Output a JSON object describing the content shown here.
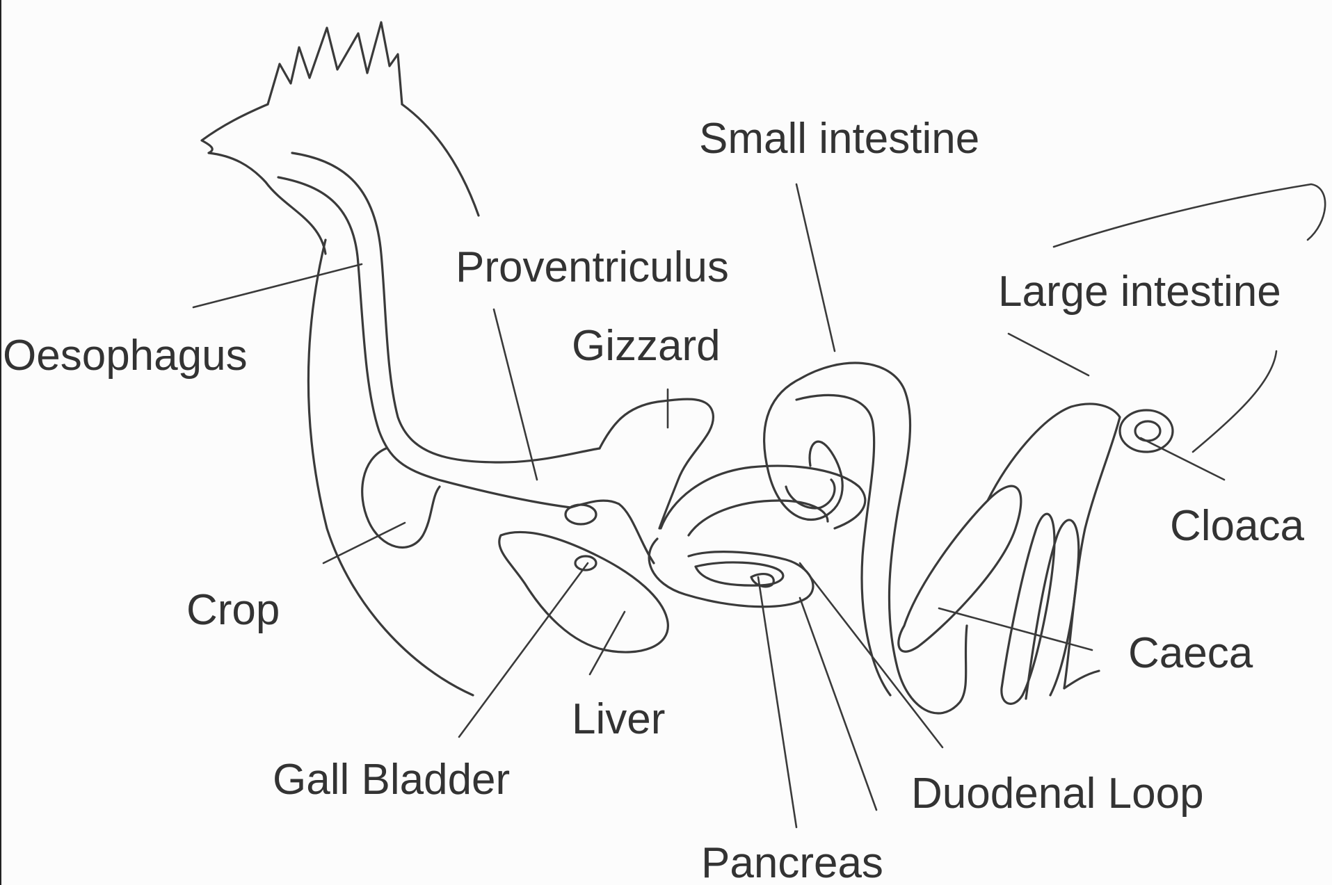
{
  "labels": {
    "small_intestine": "Small intestine",
    "proventriculus": "Proventriculus",
    "large_intestine": "Large intestine",
    "oesophagus": "Oesophagus",
    "gizzard": "Gizzard",
    "cloaca": "Cloaca",
    "crop": "Crop",
    "caeca": "Caeca",
    "liver": "Liver",
    "gall_bladder": "Gall Bladder",
    "duodenal_loop": "Duodenal Loop",
    "pancreas": "Pancreas"
  },
  "colors": {
    "line": "#3a3a3a",
    "text": "#333333",
    "background": "#fcfcfc"
  }
}
